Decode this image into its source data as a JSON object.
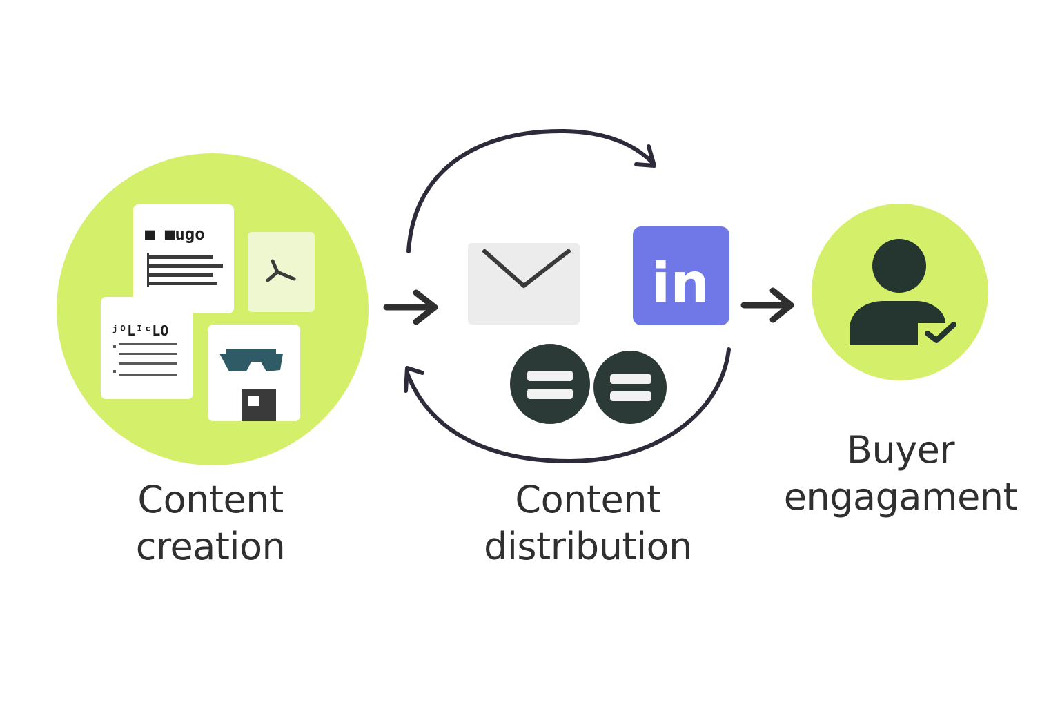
{
  "stages": [
    {
      "line1": "Content",
      "line2": "creation"
    },
    {
      "line1": "Content",
      "line2": "distribution"
    },
    {
      "line1": "Buyer",
      "line2": "engagament"
    }
  ],
  "creation_docs": {
    "doc1_header": "■ ■ugo",
    "doc2_header": "ʲᴼLᴵᶜLO"
  },
  "linkedin_text": "in",
  "colors": {
    "lime": "#d4ef6a",
    "dark": "#2b3a36",
    "ink": "#2f2f2f",
    "linkedin": "#6f78e6",
    "envelope": "#ececec",
    "cycle_arrow": "#2f2a3a",
    "teal": "#2f5b66"
  },
  "icons": [
    "document-icon",
    "chart-icon",
    "glasses-icon",
    "email-icon",
    "linkedin-icon",
    "chat-icon",
    "user-check-icon",
    "arrow-right-icon",
    "cycle-arrow-icon"
  ]
}
